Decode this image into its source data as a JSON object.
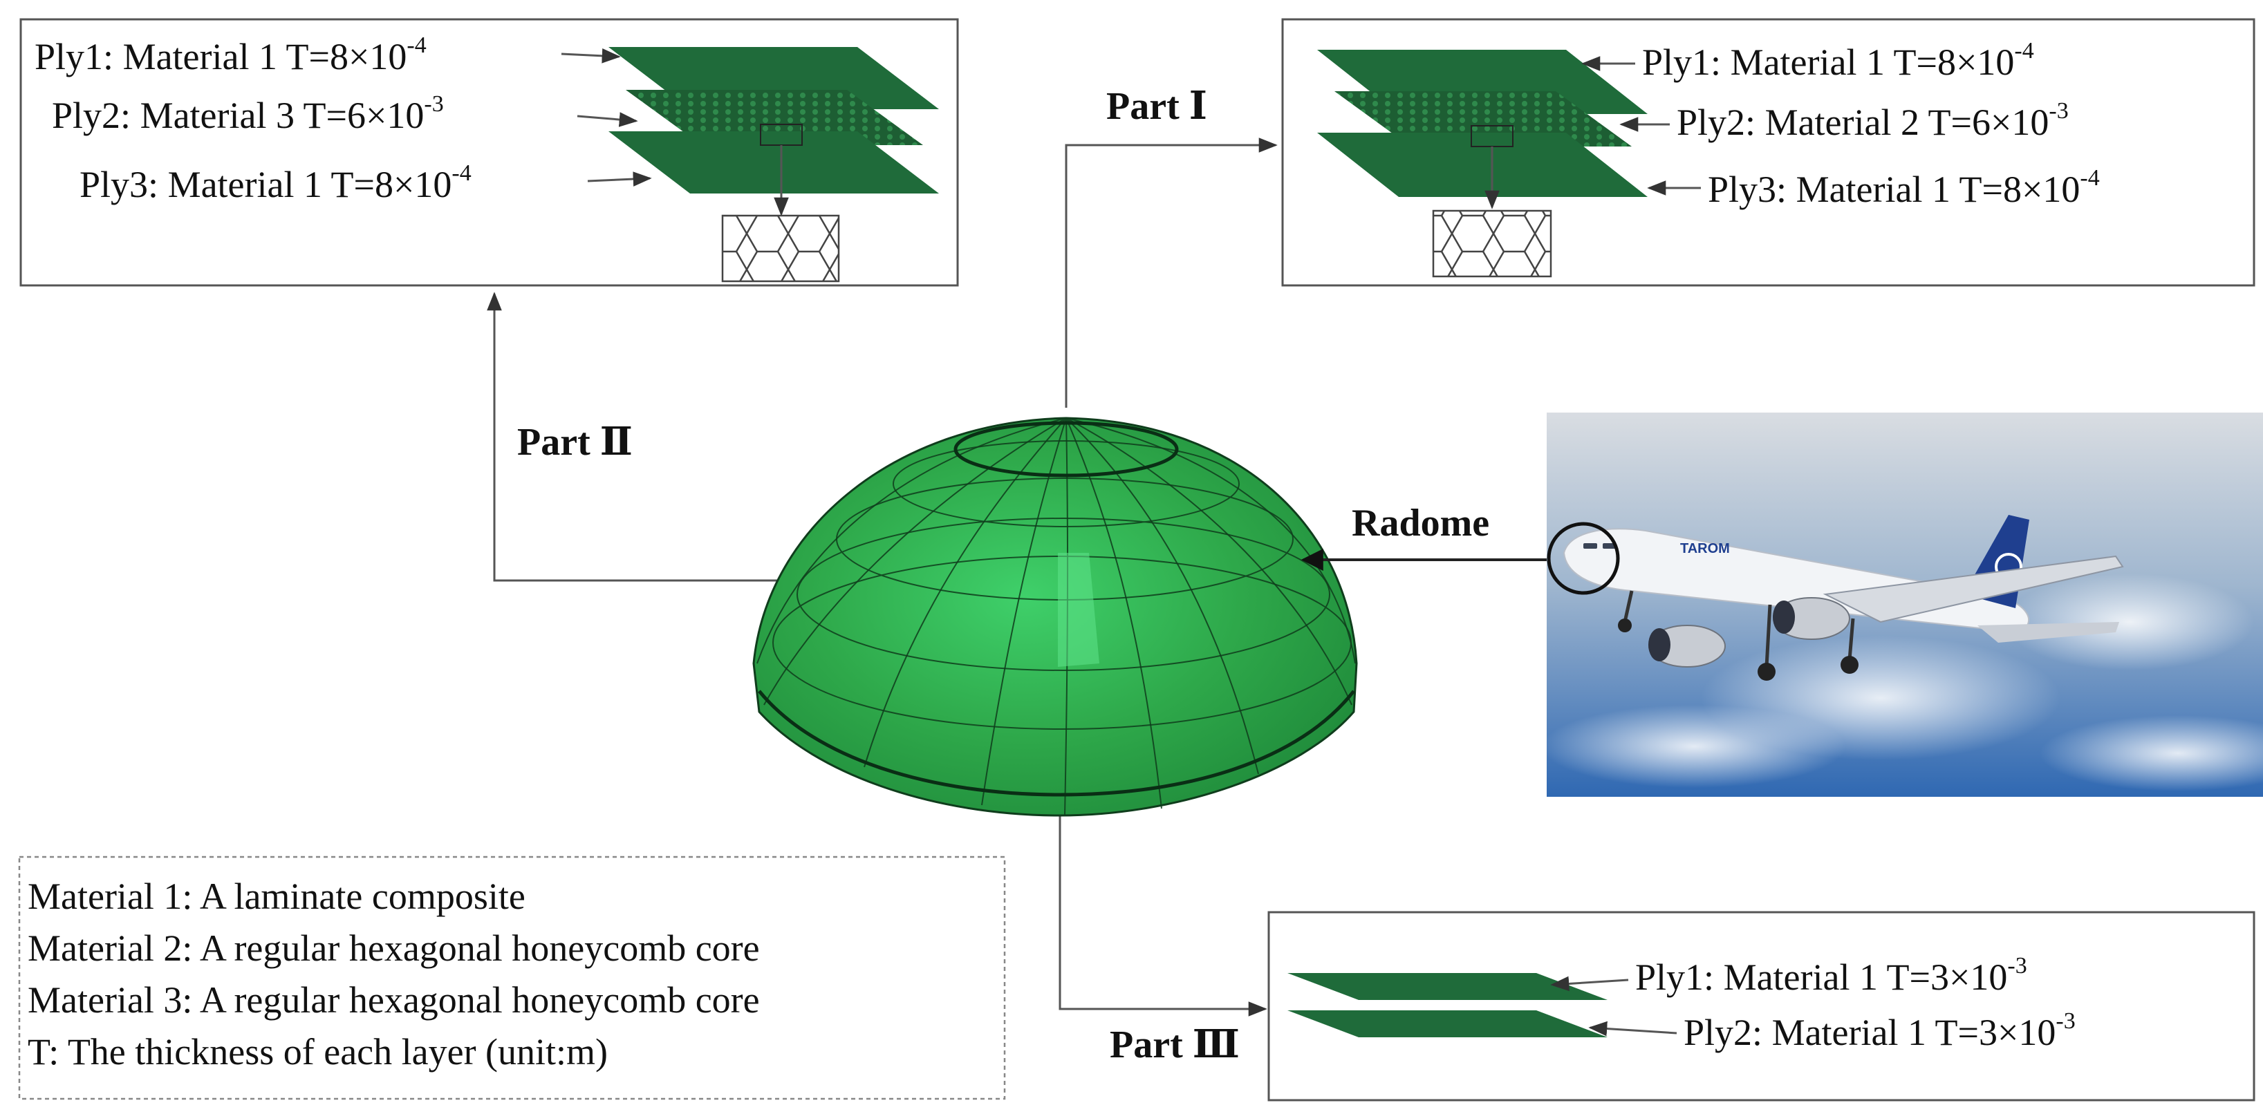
{
  "parts": {
    "part1": {
      "label": "Part Ⅰ",
      "plies": [
        {
          "name": "Ply1",
          "material": "Material 1",
          "t_base": "T=8×10",
          "t_exp": "-4"
        },
        {
          "name": "Ply2",
          "material": "Material 2",
          "t_base": "T=6×10",
          "t_exp": "-3"
        },
        {
          "name": "Ply3",
          "material": "Material 1",
          "t_base": "T=8×10",
          "t_exp": "-4"
        }
      ]
    },
    "part2": {
      "label": "Part Ⅱ",
      "plies": [
        {
          "name": "Ply1",
          "material": "Material 1",
          "t_base": "T=8×10",
          "t_exp": "-4"
        },
        {
          "name": "Ply2",
          "material": "Material 3",
          "t_base": "T=6×10",
          "t_exp": "-3"
        },
        {
          "name": "Ply3",
          "material": "Material 1",
          "t_base": "T=8×10",
          "t_exp": "-4"
        }
      ]
    },
    "part3": {
      "label": "Part Ⅲ",
      "plies": [
        {
          "name": "Ply1",
          "material": "Material 1",
          "t_base": "T=3×10",
          "t_exp": "-3"
        },
        {
          "name": "Ply2",
          "material": "Material 1",
          "t_base": "T=3×10",
          "t_exp": "-3"
        }
      ]
    }
  },
  "radome_label": "Radome",
  "airline_mark": "TAROM",
  "legend": [
    "Material 1: A laminate composite",
    "Material 2: A regular hexagonal honeycomb core",
    "Material 3: A regular hexagonal honeycomb core",
    "T: The thickness of each layer (unit:m)"
  ],
  "colors": {
    "ply_green": "#1f6b3a",
    "dome_green": "#2ea84a",
    "sky_blue": "#3a78c0"
  }
}
